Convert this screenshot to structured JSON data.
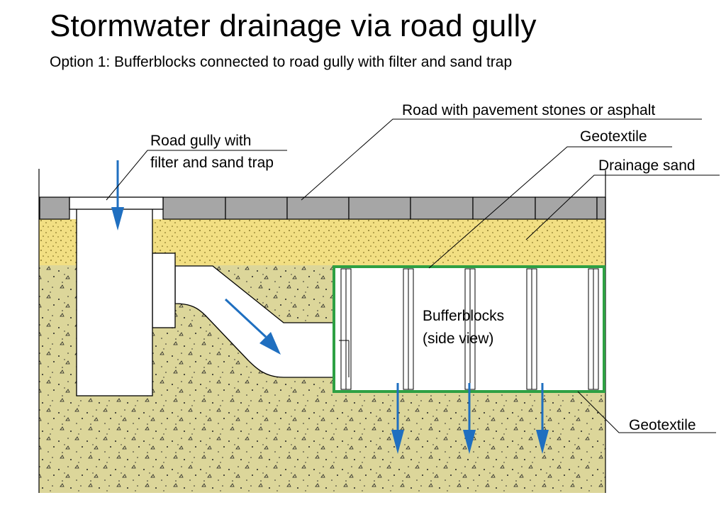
{
  "header": {
    "title": "Stormwater drainage via road gully",
    "subtitle": "Option 1: Bufferblocks connected to road gully with filter and sand trap"
  },
  "labels": {
    "road": "Road with pavement stones or asphalt",
    "gully_line1": "Road gully with",
    "gully_line2": "filter and sand trap",
    "geotextile_top": "Geotextile",
    "drainage_sand": "Drainage sand",
    "bufferblocks_line1": "Bufferblocks",
    "bufferblocks_line2": "(side view)",
    "geotextile_bottom": "Geotextile"
  },
  "colors": {
    "pavement": "#a6a6a6",
    "drainage_sand": "#f2df83",
    "soil": "#dcd69a",
    "geotextile": "#2ea043",
    "arrow": "#1f6fc0",
    "outline": "#000000"
  }
}
